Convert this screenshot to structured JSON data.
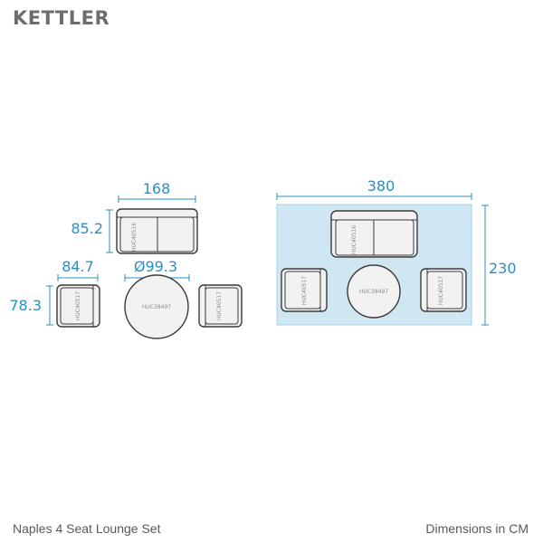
{
  "brand": {
    "logo_text": "KETTLER"
  },
  "footer": {
    "product_name": "Naples 4 Seat Lounge Set",
    "units_note": "Dimensions in CM"
  },
  "dimensions": {
    "sofa_width": "168",
    "sofa_depth": "85.2",
    "chair_width": "84.7",
    "chair_depth": "78.3",
    "table_diameter": "Ø99.3",
    "set_width": "380",
    "set_depth": "230"
  },
  "product_codes": {
    "sofa": "HUC40516",
    "chair": "HUC40517",
    "table": "HUC38497"
  },
  "colors": {
    "dimension_blue": "#2b8ec6",
    "area_fill": "#cfe6f3",
    "furniture_fill": "#f2f2f2",
    "furniture_outline": "#3a3a3a"
  }
}
